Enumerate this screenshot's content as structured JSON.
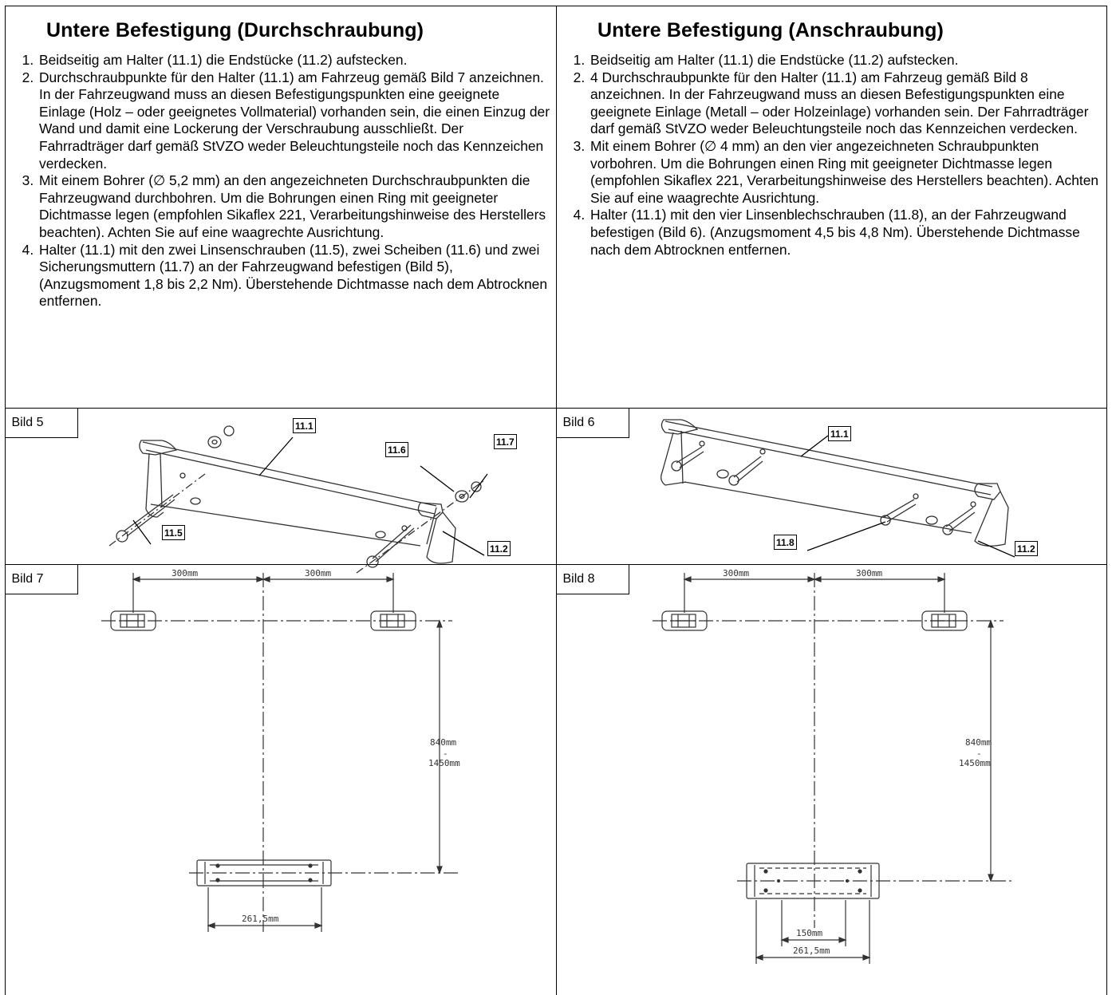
{
  "left": {
    "heading": "Untere Befestigung (Durchschraubung)",
    "steps": [
      "Beidseitig am Halter (11.1) die Endstücke (11.2) aufstecken.",
      "Durchschraubpunkte für den Halter (11.1) am Fahrzeug gemäß Bild 7 anzeichnen. In der Fahrzeugwand muss an diesen Befestigungspunkten eine geeignete Einlage (Holz – oder geeignetes Vollmaterial) vorhanden sein, die einen Einzug der Wand und damit eine Lockerung der Verschraubung ausschließt. Der Fahrradträger darf gemäß StVZO weder Beleuchtungsteile noch das Kennzeichen verdecken.",
      "Mit einem Bohrer (∅ 5,2 mm) an den angezeichneten Durchschraubpunkten die Fahrzeugwand durchbohren. Um die Bohrungen einen Ring mit geeigneter Dichtmasse legen (empfohlen Sikaflex 221, Verarbeitungshinweise des Herstellers beachten). Achten Sie auf eine waagrechte Ausrichtung.",
      "Halter (11.1) mit den zwei Linsenschrauben (11.5), zwei Scheiben (11.6) und zwei Sicherungsmuttern (11.7) an der Fahrzeugwand befestigen (Bild 5), (Anzugsmoment 1,8 bis 2,2 Nm). Überstehende Dichtmasse nach dem Abtrocknen entfernen."
    ]
  },
  "right": {
    "heading": "Untere Befestigung (Anschraubung)",
    "steps": [
      "Beidseitig am Halter (11.1) die Endstücke (11.2) aufstecken.",
      "4 Durchschraubpunkte für den Halter (11.1) am Fahrzeug gemäß Bild 8 anzeichnen. In der Fahrzeugwand muss an diesen Befestigungspunkten eine geeignete Einlage (Metall – oder Holzeinlage) vorhanden sein. Der Fahrradträger darf gemäß StVZO weder Beleuchtungsteile noch das Kennzeichen verdecken.",
      "Mit einem Bohrer (∅ 4 mm) an den vier angezeichneten Schraubpunkten vorbohren. Um die Bohrungen einen Ring mit geeigneter Dichtmasse legen (empfohlen Sikaflex 221, Verarbeitungshinweise des Herstellers beachten). Achten Sie auf eine waagrechte Ausrichtung.",
      "Halter (11.1) mit den vier Linsenblechschrauben (11.8), an der Fahrzeugwand befestigen (Bild 6). (Anzugsmoment 4,5 bis 4,8 Nm). Überstehende Dichtmasse nach dem Abtrocknen entfernen."
    ]
  },
  "figures": {
    "bild5": {
      "label": "Bild 5",
      "callouts": [
        "11.1",
        "11.6",
        "11.7",
        "11.5",
        "11.2"
      ]
    },
    "bild6": {
      "label": "Bild 6",
      "callouts": [
        "11.1",
        "11.8",
        "11.2"
      ]
    },
    "bild7": {
      "label": "Bild 7",
      "dims": [
        "300mm",
        "300mm",
        "840mm",
        "-",
        "1450mm",
        "261,5mm"
      ]
    },
    "bild8": {
      "label": "Bild 8",
      "dims": [
        "300mm",
        "300mm",
        "840mm",
        "-",
        "1450mm",
        "150mm",
        "261,5mm"
      ]
    }
  }
}
